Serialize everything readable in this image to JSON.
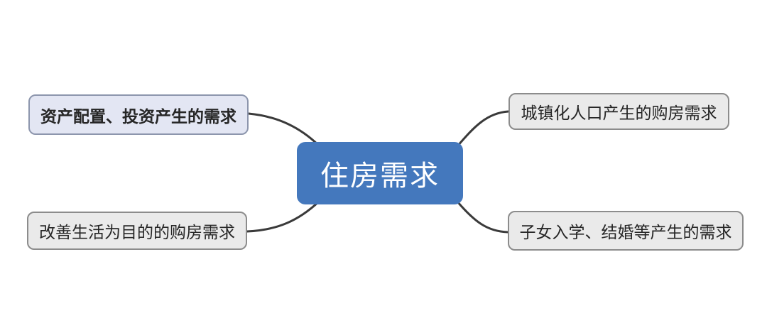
{
  "diagram": {
    "type": "mindmap",
    "center": {
      "label": "住房需求"
    },
    "branches": [
      {
        "id": "top-left",
        "label": "资产配置、投资产生的需求",
        "emphasis": true
      },
      {
        "id": "top-right",
        "label": "城镇化人口产生的购房需求",
        "emphasis": false
      },
      {
        "id": "bottom-left",
        "label": "改善生活为目的的购房需求",
        "emphasis": false
      },
      {
        "id": "bottom-right",
        "label": "子女入学、结婚等产生的需求",
        "emphasis": false
      }
    ],
    "colors": {
      "canvas_bg": "#FFFFFF",
      "center_bg": "#4478BD",
      "center_text": "#FFFFFF",
      "branch_bg": "#EAEAEA",
      "branch_border": "#8C8C8C",
      "branch_highlight_bg": "#E3E6F3",
      "branch_highlight_border": "#8D96AD",
      "connector": "#3A3A3A",
      "text": "#262626"
    }
  }
}
